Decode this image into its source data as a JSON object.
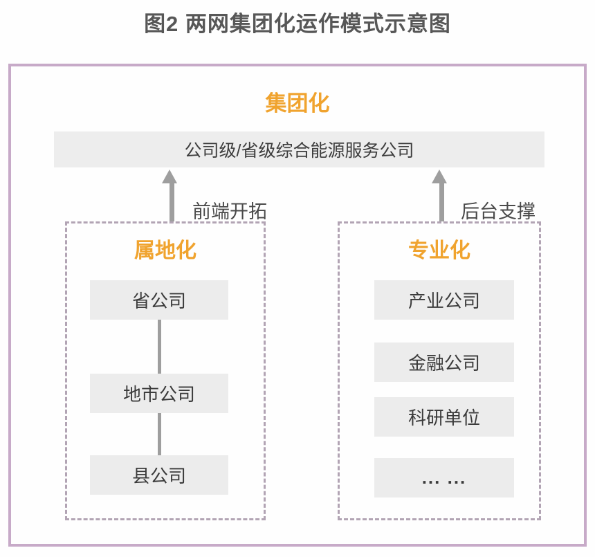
{
  "figure": {
    "title": "图2 两网集团化运作模式示意图"
  },
  "colors": {
    "accent_orange": "#f0a32e",
    "outer_border": "#c7aac8",
    "inner_dashed_border": "#b2a4b4",
    "box_background": "#ececec",
    "arrow_gray": "#9e9e9e",
    "title_text": "#575757",
    "body_text": "#3a3a3a"
  },
  "diagram": {
    "group_label": "集团化",
    "top_box_label": "公司级/省级综合能源服务公司",
    "left_arrow_label": "前端开拓",
    "right_arrow_label": "后台支撑",
    "left_section": {
      "title": "属地化",
      "items": [
        "省公司",
        "地市公司",
        "县公司"
      ]
    },
    "right_section": {
      "title": "专业化",
      "items": [
        "产业公司",
        "金融公司",
        "科研单位",
        "... ..."
      ]
    }
  }
}
